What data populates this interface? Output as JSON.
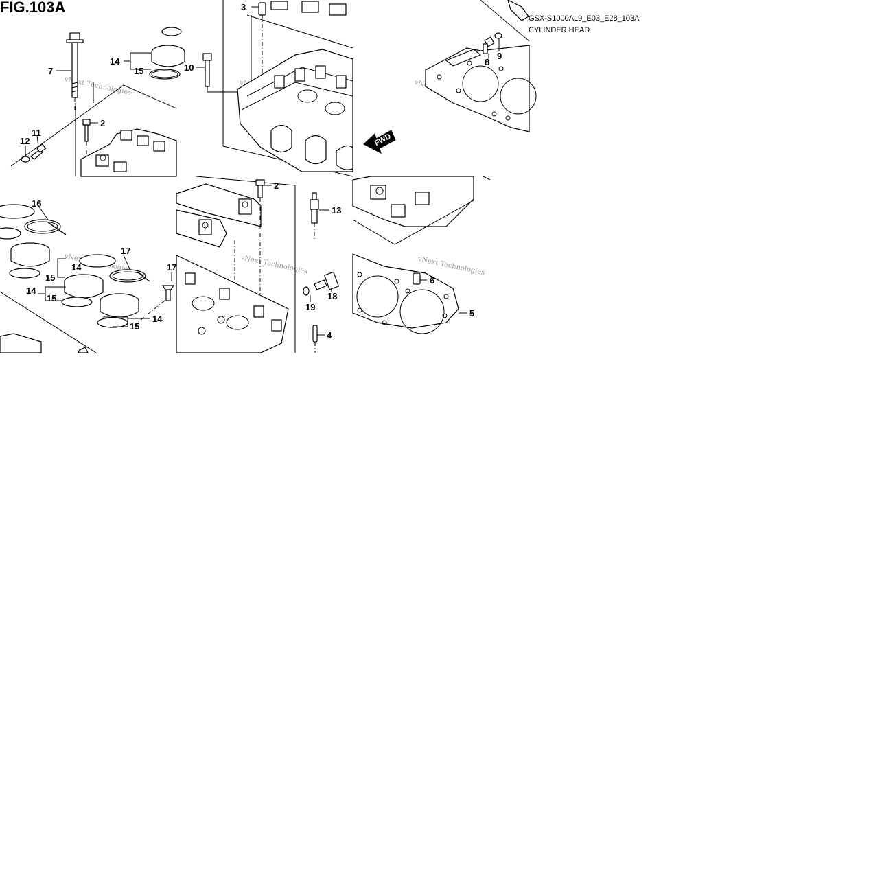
{
  "header": {
    "figure_label": "FIG.103A",
    "model_code": "GSX-S1000AL9_E03_E28_103A",
    "section_title": "CYLINDER HEAD"
  },
  "watermark": "vNext Technologies",
  "arrow_label": "FWD",
  "callouts": [
    "2",
    "2",
    "3",
    "4",
    "5",
    "6",
    "7",
    "8",
    "9",
    "10",
    "11",
    "12",
    "13",
    "14",
    "14",
    "14",
    "14",
    "14",
    "15",
    "15",
    "15",
    "15",
    "16",
    "16",
    "17",
    "18",
    "19"
  ]
}
